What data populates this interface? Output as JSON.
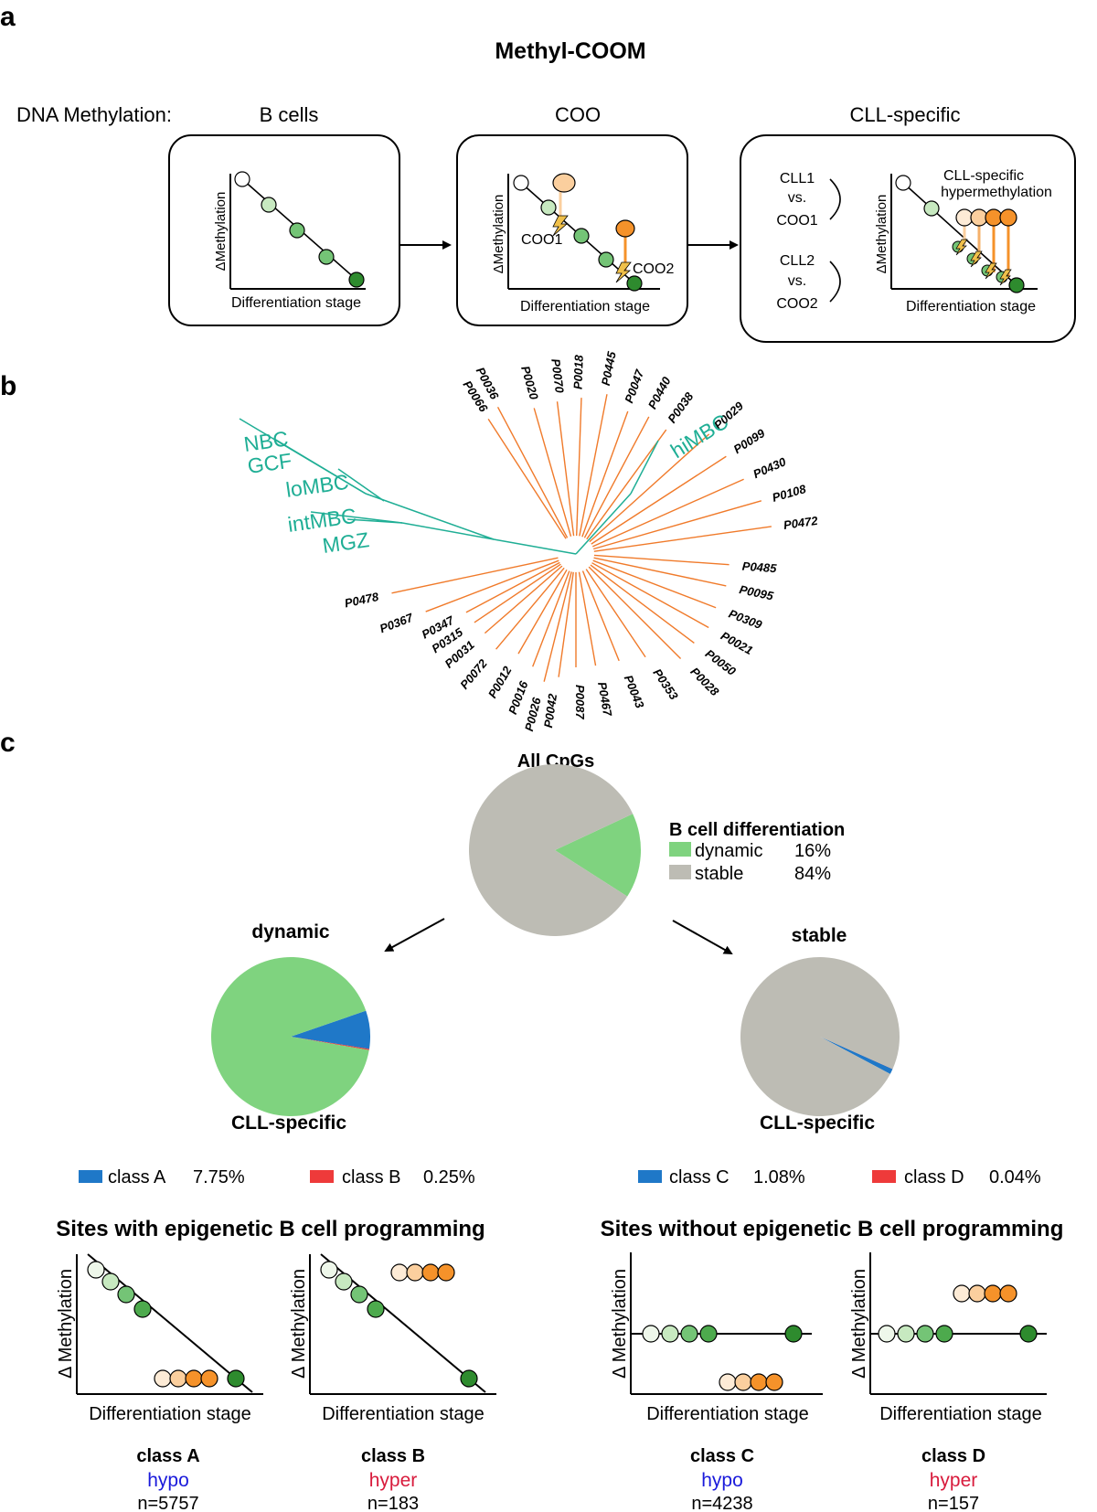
{
  "panel_a": {
    "letter": "a",
    "title": "Methyl-COOM",
    "row_label": "DNA Methylation:",
    "boxes": [
      {
        "heading": "B cells",
        "ylabel": "ΔMethylation",
        "xlabel": "Differentiation stage"
      },
      {
        "heading": "COO",
        "ylabel": "ΔMethylation",
        "xlabel": "Differentiation stage",
        "coo1": "COO1",
        "coo2": "COO2"
      },
      {
        "heading": "CLL-specific",
        "ylabel": "ΔMethylation",
        "xlabel": "Differentiation stage",
        "note_line1": "CLL-specific",
        "note_line2": "hypermethylation",
        "cmp1": [
          "CLL1",
          "vs.",
          "COO1"
        ],
        "cmp2": [
          "CLL2",
          "vs.",
          "COO2"
        ]
      }
    ],
    "colors": {
      "green_light": "#c7e9c0",
      "green_mid": "#74c476",
      "green_dark": "#2e8b2e",
      "orange": "#f5922a",
      "orange_light": "#fbcf9e",
      "orange_pale": "#fdebd6"
    }
  },
  "panel_b": {
    "letter": "b",
    "normal_labels": [
      "NBC",
      "GCF",
      "loMBC",
      "intMBC",
      "MGZ",
      "hiMBC"
    ],
    "patient_labels": [
      "P0036",
      "P0066",
      "P0020",
      "P0070",
      "P0018",
      "P0445",
      "P0047",
      "P0440",
      "P0038",
      "P0029",
      "P0099",
      "P0430",
      "P0108",
      "P0472",
      "P0485",
      "P0095",
      "P0309",
      "P0021",
      "P0050",
      "P0028",
      "P0353",
      "P0043",
      "P0467",
      "P0087",
      "P0042",
      "P0026",
      "P0016",
      "P0012",
      "P0072",
      "P0031",
      "P0315",
      "P0347",
      "P0367",
      "P0478"
    ],
    "colors": {
      "normal": "#1fae95",
      "cll": "#f07a2a"
    }
  },
  "panel_c": {
    "letter": "c",
    "all_title": "All CpGs",
    "legend_title": "B cell differentiation",
    "legend": [
      {
        "label": "dynamic",
        "pct": "16%",
        "color": "#7fd37f"
      },
      {
        "label": "stable",
        "pct": "84%",
        "color": "#bdbcb4"
      }
    ],
    "all_pie": [
      {
        "name": "dynamic",
        "value": 16,
        "color": "#7fd37f"
      },
      {
        "name": "stable",
        "value": 84,
        "color": "#bdbcb4"
      }
    ],
    "dynamic_title": "dynamic",
    "stable_title": "stable",
    "cll_specific": "CLL-specific",
    "dynamic_pie": [
      {
        "name": "class A",
        "value": 7.75,
        "color": "#1f78c8"
      },
      {
        "name": "class B",
        "value": 0.25,
        "color": "#ee3a3a"
      },
      {
        "name": "rest",
        "value": 92.0,
        "color": "#7fd37f"
      }
    ],
    "stable_pie": [
      {
        "name": "class C",
        "value": 1.08,
        "color": "#1f78c8"
      },
      {
        "name": "class D",
        "value": 0.04,
        "color": "#ee3a3a"
      },
      {
        "name": "rest",
        "value": 98.88,
        "color": "#bdbcb4"
      }
    ],
    "class_legend": [
      {
        "label": "class A",
        "pct": "7.75%",
        "color": "#1f78c8"
      },
      {
        "label": "class B",
        "pct": "0.25%",
        "color": "#ee3a3a"
      },
      {
        "label": "class C",
        "pct": "1.08%",
        "color": "#1f78c8"
      },
      {
        "label": "class D",
        "pct": "0.04%",
        "color": "#ee3a3a"
      }
    ],
    "with_prog": "Sites with epigenetic B cell programming",
    "without_prog": "Sites without epigenetic B cell programming",
    "mini_ylabel": "Δ Methylation",
    "mini_xlabel": "Differentiation stage",
    "classes": [
      {
        "name": "class A",
        "dir": "hypo",
        "dir_color": "#1a1adb",
        "n": "n=5757"
      },
      {
        "name": "class B",
        "dir": "hyper",
        "dir_color": "#d81b3c",
        "n": "n=183"
      },
      {
        "name": "class C",
        "dir": "hypo",
        "dir_color": "#1a1adb",
        "n": "n=4238"
      },
      {
        "name": "class D",
        "dir": "hyper",
        "dir_color": "#d81b3c",
        "n": "n=157"
      }
    ]
  }
}
